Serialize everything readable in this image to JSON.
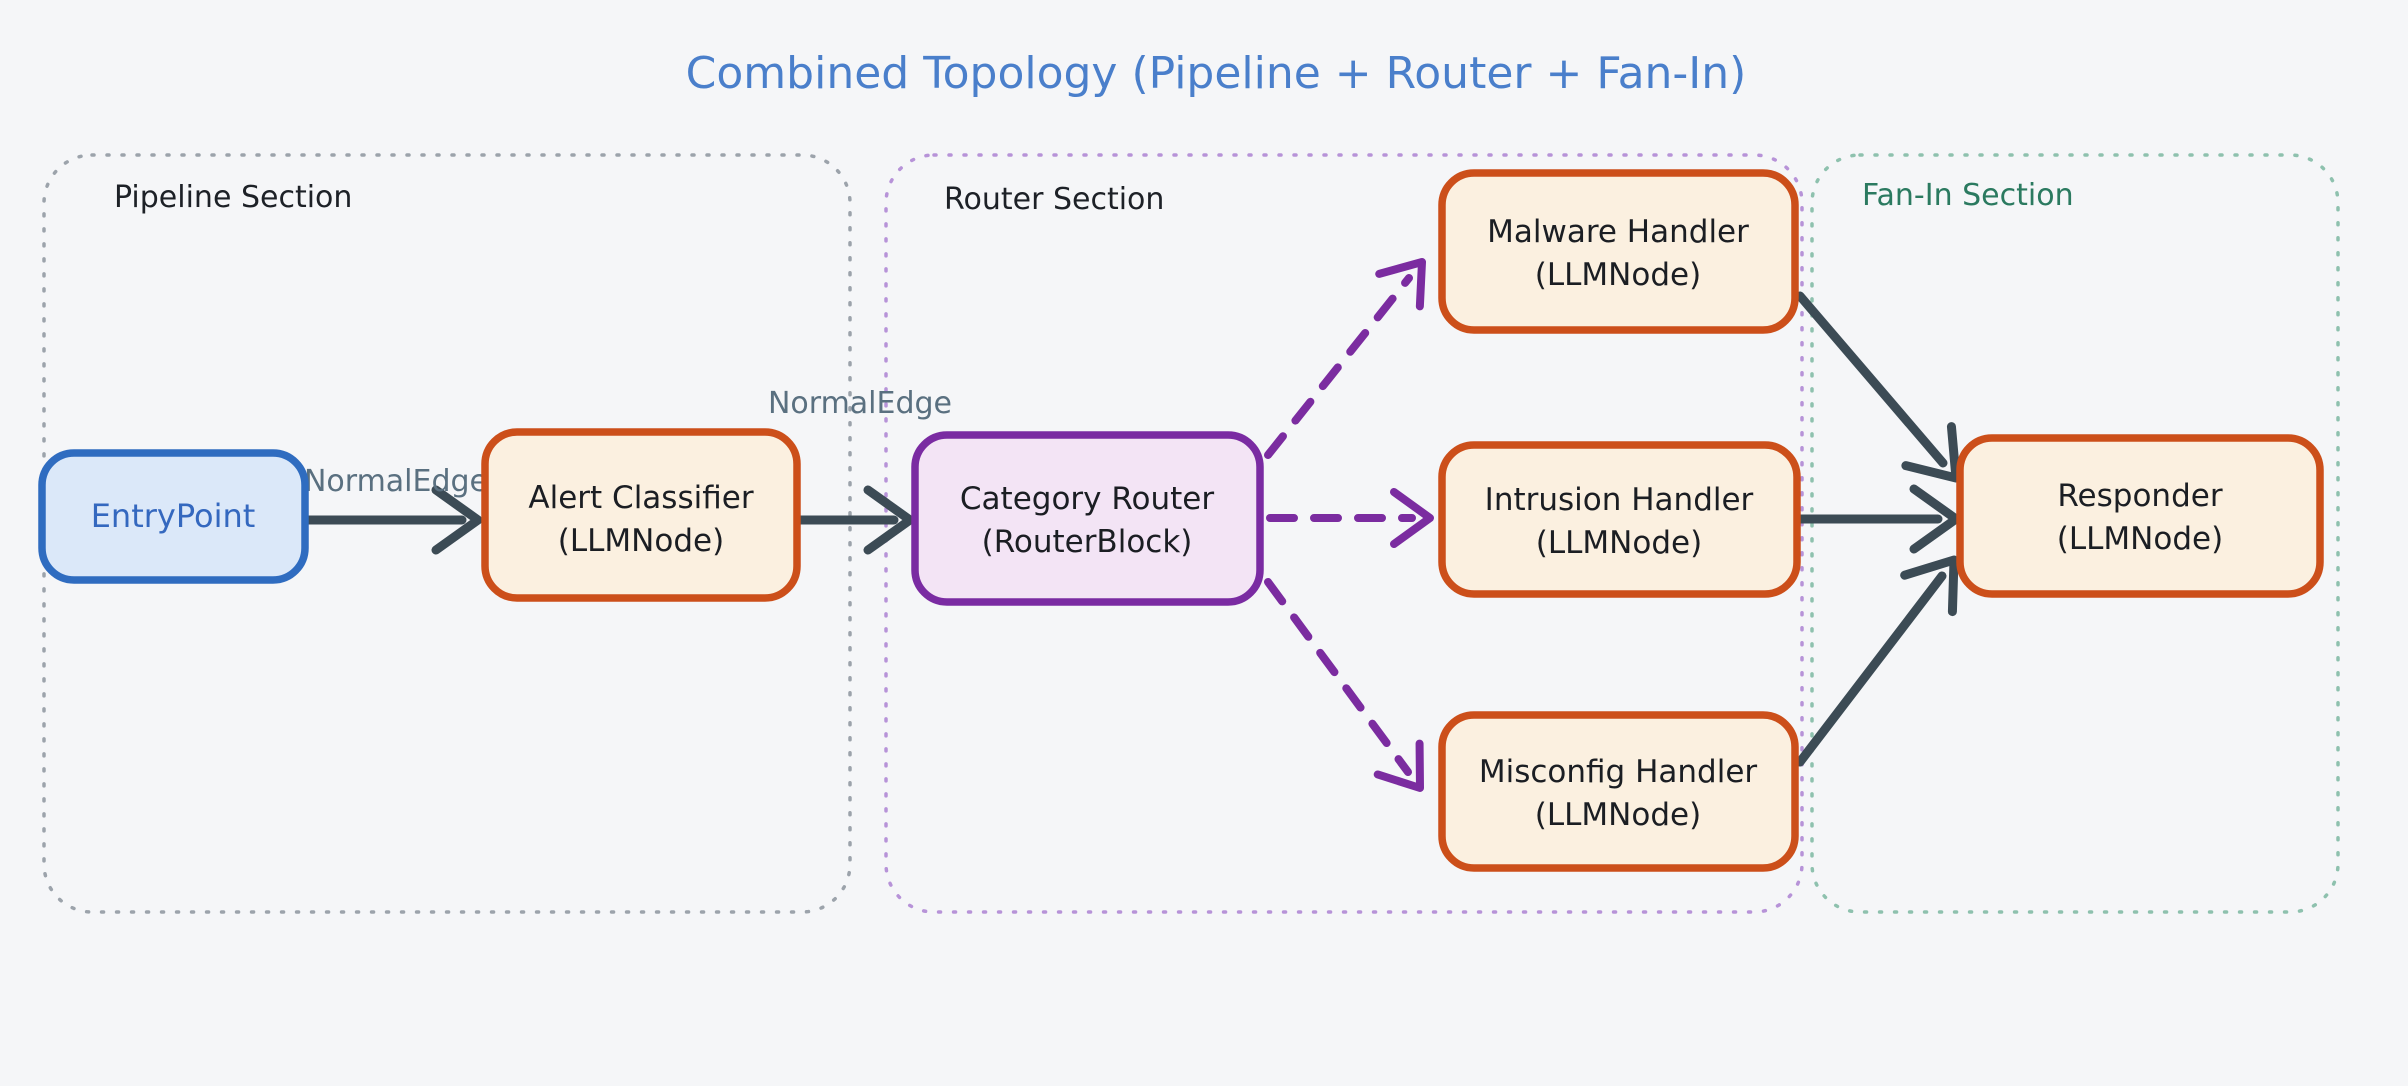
{
  "title": {
    "text": "Combined Topology (Pipeline + Router + Fan-In)",
    "color": "#4a7fcb"
  },
  "palette": {
    "background": "#f5f6f8",
    "arrow_dark": "#3c4b55",
    "arrow_purple": "#7b2ca0",
    "edge_label_color": "#5a7080"
  },
  "sections": {
    "pipeline": {
      "label": "Pipeline Section",
      "border_color": "#9ca3ab",
      "label_color": "#1d2127"
    },
    "router": {
      "label": "Router Section",
      "border_color": "#b793d8",
      "label_color": "#1d2127"
    },
    "fanin": {
      "label": "Fan-In Section",
      "border_color": "#8ec1ae",
      "label_color": "#2b7a60"
    }
  },
  "nodes": {
    "entry": {
      "label": "EntryPoint",
      "border_color": "#2f6cc0",
      "fill": "#dbe8f9",
      "text_color": "#3468bf"
    },
    "alert": {
      "label": "Alert Classifier",
      "sublabel": "(LLMNode)",
      "border_color": "#cc4f1a",
      "fill": "#fbf0e0"
    },
    "category_router": {
      "label": "Category Router",
      "sublabel": "(RouterBlock)",
      "border_color": "#7a2ba2",
      "fill": "#f3e4f5"
    },
    "malware": {
      "label": "Malware Handler",
      "sublabel": "(LLMNode)",
      "border_color": "#cc4f1a",
      "fill": "#fbf0e0"
    },
    "intrusion": {
      "label": "Intrusion Handler",
      "sublabel": "(LLMNode)",
      "border_color": "#cc4f1a",
      "fill": "#fbf0e0"
    },
    "misconfig": {
      "label": "Misconfig Handler",
      "sublabel": "(LLMNode)",
      "border_color": "#cc4f1a",
      "fill": "#fbf0e0"
    },
    "responder": {
      "label": "Responder",
      "sublabel": "(LLMNode)",
      "border_color": "#cc4f1a",
      "fill": "#fbf0e0"
    }
  },
  "edges": {
    "entry_to_alert": {
      "label": "NormalEdge",
      "style": "solid",
      "color": "#3c4b55"
    },
    "alert_to_category_router": {
      "label": "NormalEdge",
      "style": "solid",
      "color": "#3c4b55"
    },
    "category_router_to_malware": {
      "style": "dashed",
      "color": "#7b2ca0"
    },
    "category_router_to_intrusion": {
      "style": "dashed",
      "color": "#7b2ca0"
    },
    "category_router_to_misconfig": {
      "style": "dashed",
      "color": "#7b2ca0"
    },
    "malware_to_responder": {
      "style": "solid",
      "color": "#3c4b55"
    },
    "intrusion_to_responder": {
      "style": "solid",
      "color": "#3c4b55"
    },
    "misconfig_to_responder": {
      "style": "solid",
      "color": "#3c4b55"
    }
  }
}
